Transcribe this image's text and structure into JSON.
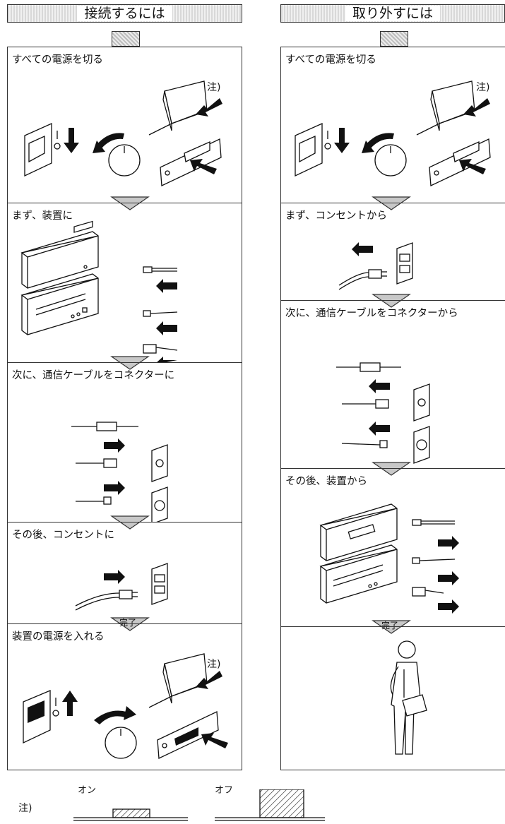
{
  "connect": {
    "title": "接続するには",
    "steps": [
      {
        "label": "すべての電源を切る",
        "note": "注)"
      },
      {
        "label": "まず、装置に"
      },
      {
        "label": "次に、通信ケーブルをコネクターに"
      },
      {
        "label": "その後、コンセントに"
      },
      {
        "label": "装置の電源を入れる",
        "note": "注)"
      }
    ],
    "done": "完了"
  },
  "disconnect": {
    "title": "取り外すには",
    "steps": [
      {
        "label": "すべての電源を切る",
        "note": "注)"
      },
      {
        "label": "まず、コンセントから"
      },
      {
        "label": "次に、通信ケーブルをコネクターから"
      },
      {
        "label": "その後、装置から"
      }
    ],
    "done": "完了"
  },
  "footnote": {
    "mark": "注)",
    "on": "オン",
    "off": "オフ"
  },
  "icons": [
    "power-switch-icon",
    "dial-icon",
    "rocker-switch-icon",
    "device-icon",
    "cable-plug-icon",
    "outlet-icon",
    "connector-icon",
    "person-carrying-box-icon",
    "arrow-icon"
  ]
}
